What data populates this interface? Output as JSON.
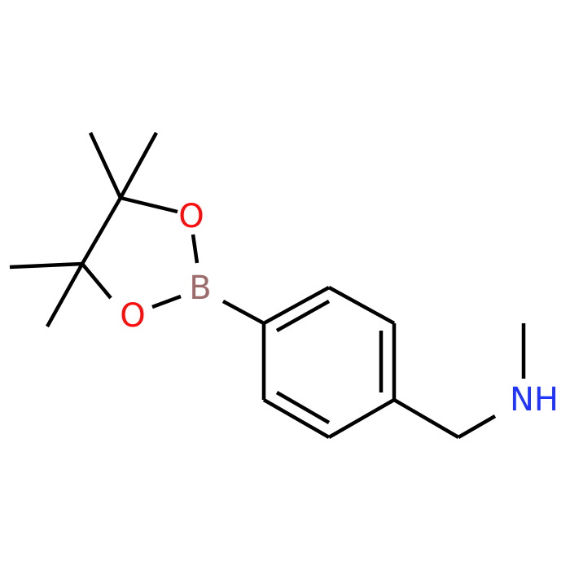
{
  "molecule": {
    "atoms": {
      "oxygen_upper": {
        "symbol": "O",
        "color": "#ff0d0d"
      },
      "oxygen_lower": {
        "symbol": "O",
        "color": "#ff0d0d"
      },
      "boron": {
        "symbol": "B",
        "color": "#9e6b6b"
      },
      "nitrogen": {
        "symbol": "NH",
        "color": "#1f34ff"
      }
    },
    "bond_color": "#000000",
    "background": "#ffffff"
  }
}
